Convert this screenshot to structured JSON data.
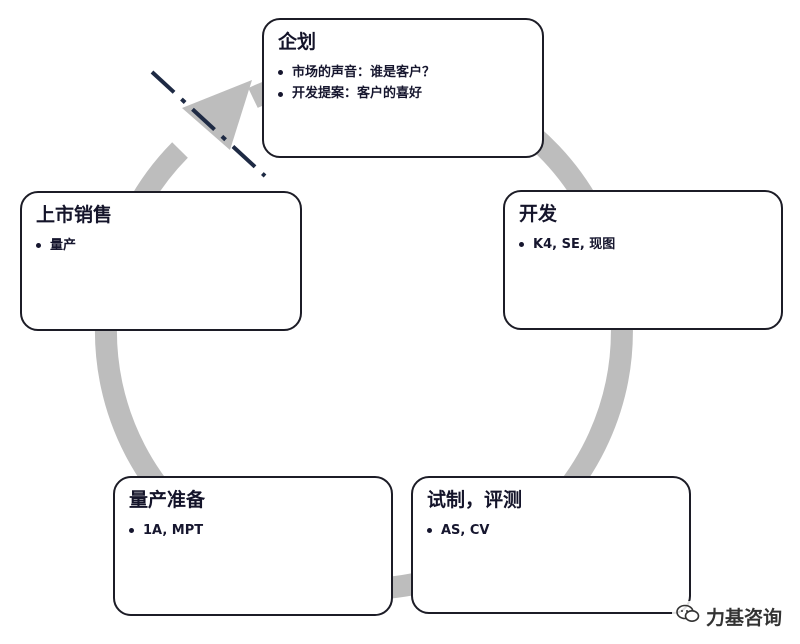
{
  "stages": [
    {
      "id": "plan",
      "title": "企划",
      "items": [
        "市场的声音：谁是客户？",
        "开发提案：客户的喜好"
      ]
    },
    {
      "id": "dev",
      "title": "开发",
      "items": [
        "K4, SE, 现图"
      ]
    },
    {
      "id": "trial",
      "title": "试制，评测",
      "items": [
        "AS, CV"
      ]
    },
    {
      "id": "prep",
      "title": "量产准备",
      "items": [
        "1A, MPT"
      ]
    },
    {
      "id": "launch",
      "title": "上市销售",
      "items": [
        "量产"
      ]
    }
  ],
  "watermark": {
    "text": "力基咨询",
    "icon": "wechat-icon"
  },
  "colors": {
    "cycle_arrow": "#bdbdbd",
    "box_border": "#1c1c26",
    "dashed_line": "#1e2a44",
    "text": "#16162e"
  }
}
